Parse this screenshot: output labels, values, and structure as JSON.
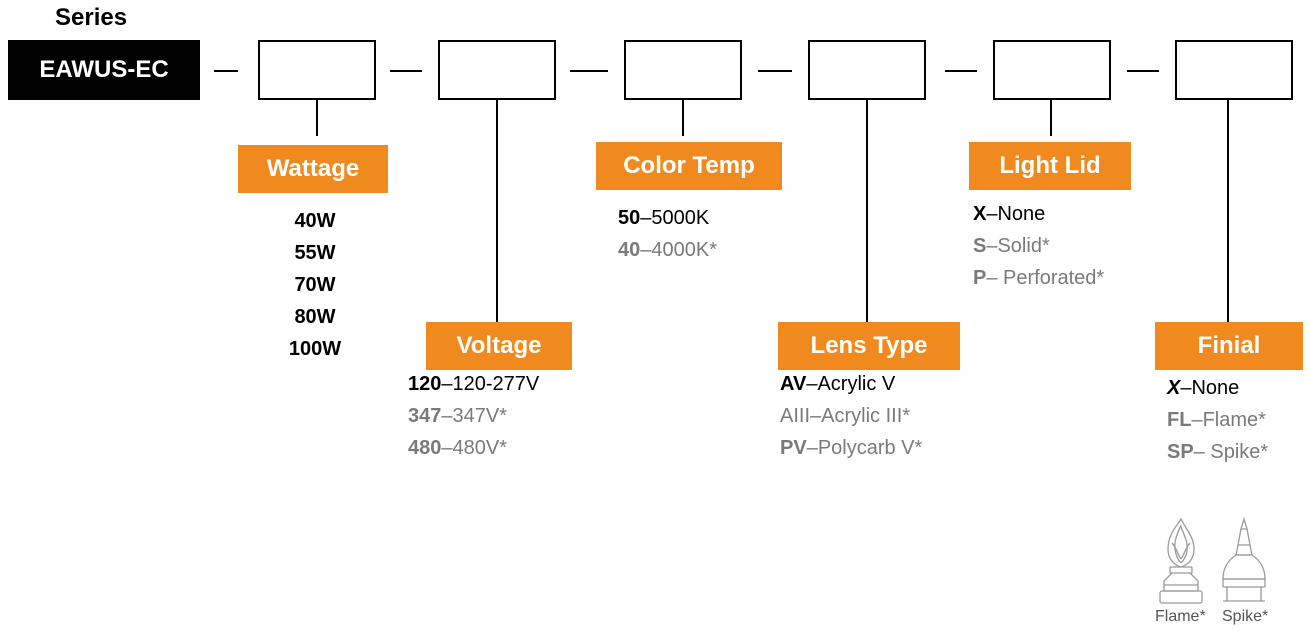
{
  "series": {
    "label": "Series",
    "model": "EAWUS-EC"
  },
  "separator": "—",
  "fields": [
    {
      "label": "Wattage",
      "options": [
        {
          "code": "40W",
          "sep": "",
          "desc": "",
          "available": true
        },
        {
          "code": "55W",
          "sep": "",
          "desc": "",
          "available": true
        },
        {
          "code": "70W",
          "sep": "",
          "desc": "",
          "available": true
        },
        {
          "code": "80W",
          "sep": "",
          "desc": "",
          "available": true
        },
        {
          "code": "100W",
          "sep": "",
          "desc": "",
          "available": true
        }
      ]
    },
    {
      "label": "Voltage",
      "options": [
        {
          "code": "120",
          "sep": "–",
          "desc": "120-277V",
          "available": true
        },
        {
          "code": "347",
          "sep": "–",
          "desc": "347V*",
          "available": false
        },
        {
          "code": "480",
          "sep": "–",
          "desc": "480V*",
          "available": false
        }
      ]
    },
    {
      "label": "Color Temp",
      "options": [
        {
          "code": "50",
          "sep": "–",
          "desc": "5000K",
          "available": true
        },
        {
          "code": "40",
          "sep": "–",
          "desc": "4000K*",
          "available": false
        }
      ]
    },
    {
      "label": "Lens Type",
      "options": [
        {
          "code": "AV",
          "sep": "–",
          "desc": "Acrylic V",
          "available": true
        },
        {
          "code": "",
          "sep": "",
          "desc": "AIII–Acrylic III*",
          "available": false
        },
        {
          "code": "PV",
          "sep": "–",
          "desc": "Polycarb V*",
          "available": false
        }
      ]
    },
    {
      "label": "Light Lid",
      "options": [
        {
          "code": "X",
          "sep": "–",
          "desc": "None",
          "available": true
        },
        {
          "code": "S",
          "sep": "–",
          "desc": "Solid*",
          "available": false
        },
        {
          "code": "P",
          "sep": "– ",
          "desc": "Perforated*",
          "available": false
        }
      ]
    },
    {
      "label": "Finial",
      "options": [
        {
          "code": "X",
          "sep": "–",
          "desc": "None",
          "available": true
        },
        {
          "code": "FL",
          "sep": "–",
          "desc": "Flame*",
          "available": false
        },
        {
          "code": "SP",
          "sep": "– ",
          "desc": "Spike*",
          "available": false
        }
      ]
    }
  ],
  "finial_images": [
    {
      "caption": "Flame*",
      "icon": "flame-finial-icon"
    },
    {
      "caption": "Spike*",
      "icon": "spike-finial-icon"
    }
  ],
  "colors": {
    "accent": "#f08a1e",
    "unavailable_text": "#7a7a7a",
    "box_border": "#000000"
  }
}
